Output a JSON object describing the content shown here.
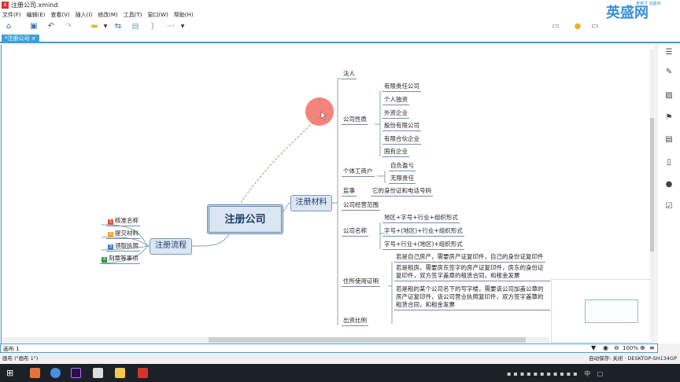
{
  "window": {
    "title": "注册公司.xmind",
    "watermark": "英盛网",
    "watermark_sub": "育英才 创盛世"
  },
  "menu": [
    "文件(F)",
    "编辑(E)",
    "查看(V)",
    "插入(I)",
    "修改(M)",
    "工具(T)",
    "窗口(W)",
    "帮助(H)"
  ],
  "tab": {
    "label": "*注册公司",
    "close": "×"
  },
  "map": {
    "central": "注册公司",
    "left": {
      "label": "注册流程",
      "items": [
        {
          "n": "1",
          "label": "核准名称",
          "color": "#e0533c"
        },
        {
          "n": "2",
          "label": "提交材料",
          "color": "#f0a52a"
        },
        {
          "n": "3",
          "label": "领取执照",
          "color": "#3f7fd6"
        },
        {
          "n": "4",
          "label": "刻章等事项",
          "color": "#2e9a3f"
        }
      ]
    },
    "right": {
      "label": "注册材料",
      "faren": "法人",
      "xingzhi": {
        "label": "公司性质",
        "items": [
          "有限责任公司",
          "个人独资",
          "外资企业",
          "股份有限公司",
          "有限合伙企业",
          "国有企业"
        ]
      },
      "geti": {
        "label": "个体工商户",
        "items": [
          "自负盈亏",
          "无限责任"
        ]
      },
      "jianshi": {
        "label": "监事",
        "item": "它的身份证和电话号码"
      },
      "fanwei": "公司经营范围",
      "mingcheng": {
        "label": "公司名称",
        "items": [
          "地区+字号+行业+组织形式",
          "字号+(地区)+行业+组织形式",
          "字号+行业+(地区)+组织形式"
        ]
      },
      "zhusuo": {
        "label": "住所使用证明",
        "items": [
          "若是自己房产，需要房产证复印件，自己的身份证复印件",
          "若是租房，需要房东签字的房产证复印件，房东的身份证复印件，双方签字盖章的租赁合同，和租金发票",
          "若是租的某个公司名下的写字楼，需要该公司加盖公章的房产证复印件，该公司营业执照复印件，双方签字盖章的租赁合同，和租金发票"
        ]
      },
      "chuzi": "出资比例"
    }
  },
  "sheet": {
    "label": "画布 1",
    "zoom": "100%"
  },
  "status": {
    "left": "画布 (\"画布 1\")",
    "right": "自动保存: 关闭  ·  DESKTOP-SH134GP"
  },
  "colors": {
    "accent": "#3ca0d8",
    "node_fill": "#dbe6f3"
  }
}
